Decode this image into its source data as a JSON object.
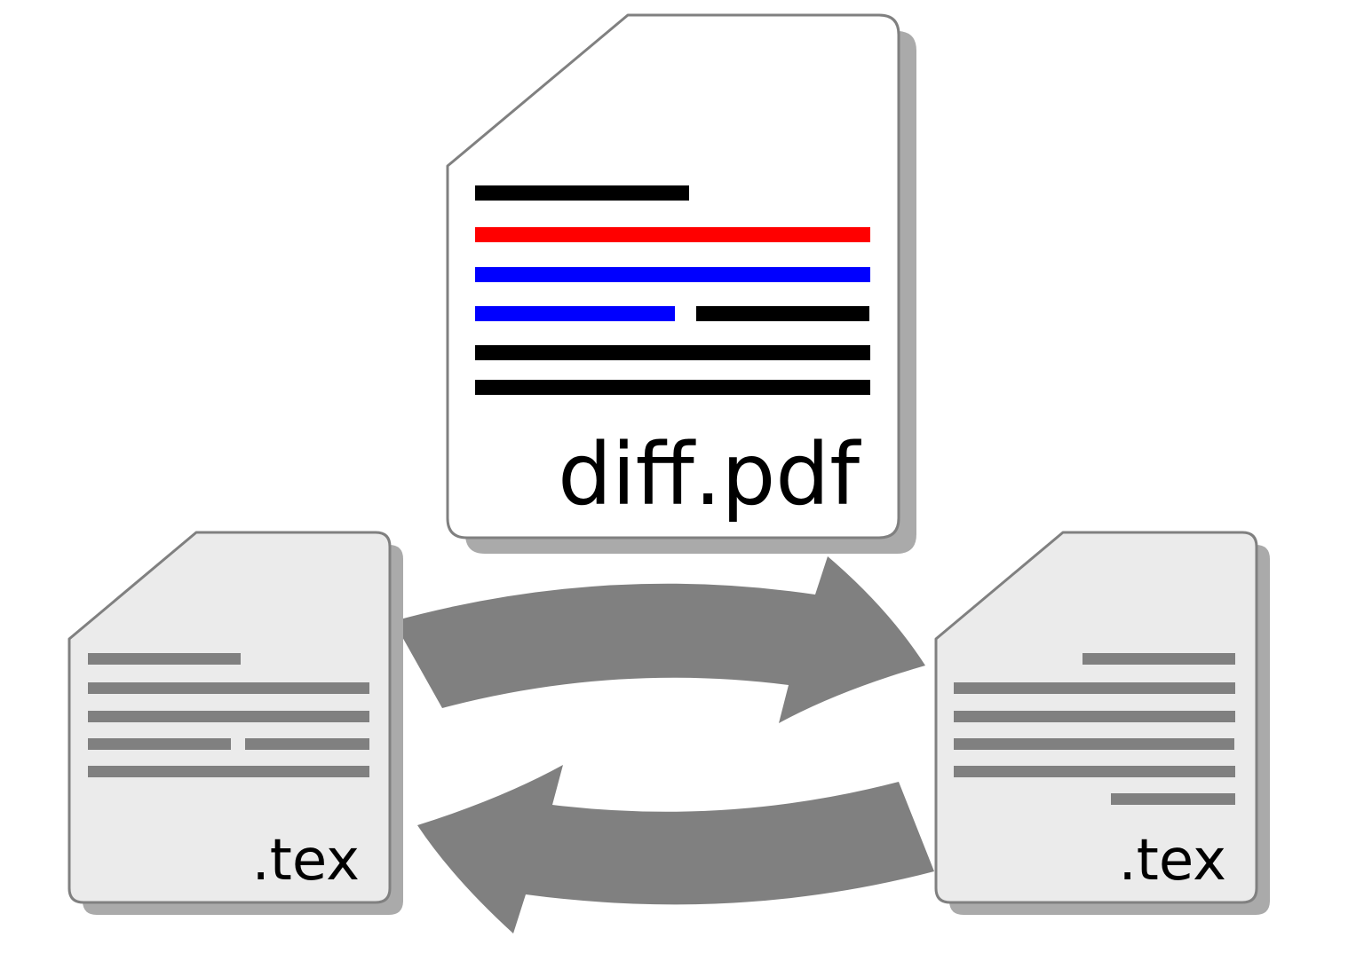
{
  "colors": {
    "background": "#ffffff",
    "page_fill_main": "#ffffff",
    "page_fill_source": "#ebebeb",
    "page_outline": "#808080",
    "page_shadow": "#aaaaaa",
    "arrow": "#808080",
    "text_line_source": "#808080",
    "diff_unchanged": "#000000",
    "diff_removed": "#ff0000",
    "diff_added": "#0000ff"
  },
  "documents": {
    "diff": {
      "label": "diff.pdf",
      "icon": "pdf-document-icon"
    },
    "old_source": {
      "label": ".tex",
      "icon": "tex-document-icon"
    },
    "new_source": {
      "label": ".tex",
      "icon": "tex-document-icon"
    }
  },
  "arrows": {
    "icon": "curved-arrow-icon"
  }
}
